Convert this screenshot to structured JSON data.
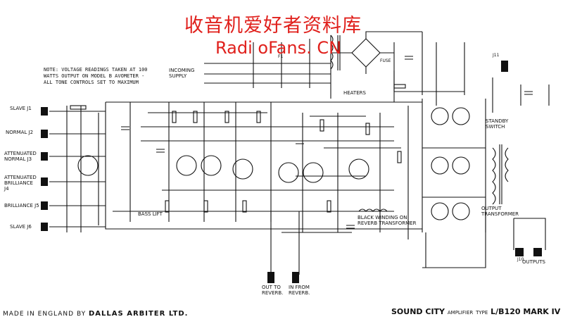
{
  "watermark": {
    "line1": "收音机爱好者资料库",
    "line2": "Radi oFans. CN"
  },
  "note": "NOTE: VOLTAGE READINGS TAKEN AT 100 WATTS OUTPUT ON MODEL B AVOMETER - ALL TONE CONTROLS SET TO MAXIMUM",
  "inputs": [
    "SLAVE J1",
    "NORMAL J2",
    "ATTENUATED NORMAL J3",
    "ATTENUATED BRILLIANCE J4",
    "BRILLIANCE J5",
    "SLAVE J6"
  ],
  "labels": {
    "incoming_supply": "INCOMING SUPPLY",
    "heaters": "HEATERS",
    "standby_switch": "STANDBY SWITCH",
    "output_transformer": "OUTPUT TRANSFORMER",
    "outputs": "OUTPUTS",
    "bass_lift": "BASS LIFT",
    "reverb_note": "BLACK WINDING ON REVERB TRANSFORMER",
    "reverb_out": "OUT TO REVERB.",
    "reverb_in": "IN FROM REVERB."
  },
  "footer": {
    "maker_prefix": "MADE IN ENGLAND BY",
    "maker": "DALLAS ARBITER LTD.",
    "brand": "SOUND CITY",
    "amplifier": "AMPLIFIER",
    "type_label": "TYPE",
    "model": "L/B120 MARK IV"
  }
}
